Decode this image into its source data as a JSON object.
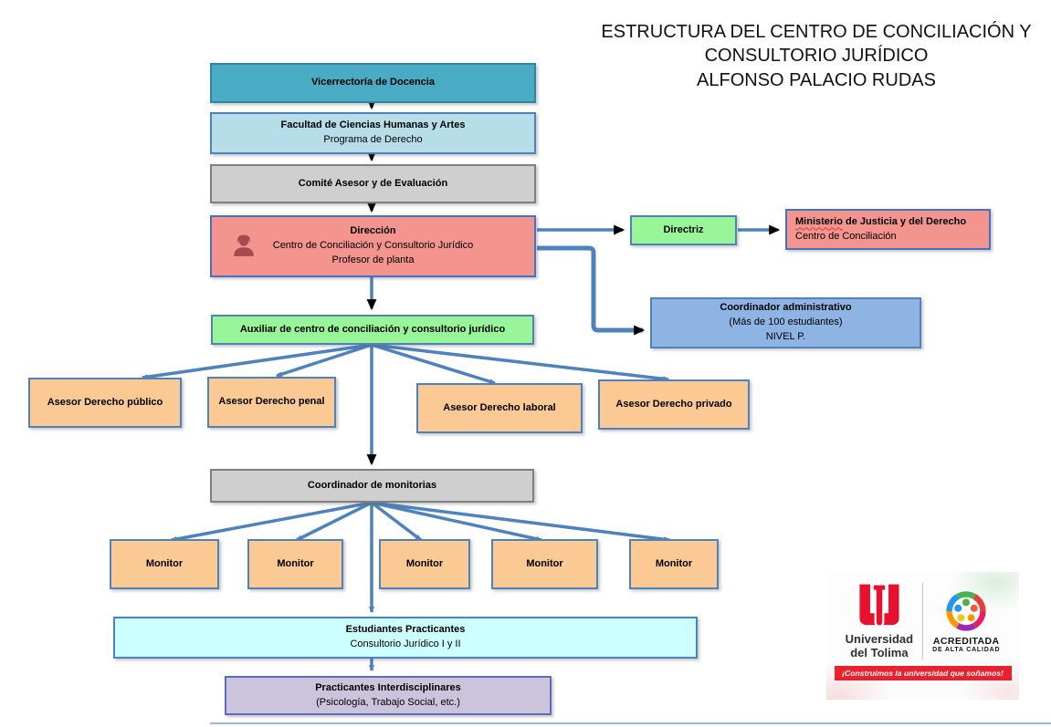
{
  "title": {
    "lines": [
      "ESTRUCTURA DEL CENTRO DE CONCILIACIÓN Y",
      "CONSULTORIO JURÍDICO",
      "ALFONSO PALACIO RUDAS"
    ]
  },
  "boxes": {
    "vicerrectoria": {
      "title": "Vicerrectoría de Docencia"
    },
    "facultad": {
      "title": "Facultad de Ciencias Humanas y Artes",
      "subtitle": "Programa de Derecho"
    },
    "comite": {
      "title": "Comité Asesor y de Evaluación"
    },
    "direccion": {
      "title": "Dirección",
      "line2": "Centro de Conciliación y Consultorio Jurídico",
      "line3": "Profesor de planta"
    },
    "directriz": {
      "title": "Directriz"
    },
    "ministerio": {
      "title_word": "Ministerio",
      "title_rest": " de Justicia y del Derecho",
      "subtitle": "Centro de Conciliación"
    },
    "coordinador_administrativo": {
      "title": "Coordinador administrativo",
      "line2": "(Más de 100 estudiantes)",
      "line3": "NIVEL P."
    },
    "auxiliar": {
      "title": "Auxiliar de centro de conciliación y consultorio jurídico"
    },
    "asesores": [
      {
        "label": "Asesor Derecho público"
      },
      {
        "label": "Asesor Derecho penal"
      },
      {
        "label": "Asesor Derecho laboral"
      },
      {
        "label": "Asesor Derecho privado"
      }
    ],
    "coordinador_monitorias": {
      "title": "Coordinador de monitorias"
    },
    "monitores": [
      {
        "label": "Monitor"
      },
      {
        "label": "Monitor"
      },
      {
        "label": "Monitor"
      },
      {
        "label": "Monitor"
      },
      {
        "label": "Monitor"
      }
    ],
    "estudiantes": {
      "title": "Estudiantes Practicantes",
      "subtitle": "Consultorio Jurídico I y II"
    },
    "practicantes": {
      "title": "Practicantes Interdisciplinares",
      "subtitle": "(Psicología, Trabajo Social, etc.)"
    }
  },
  "logo": {
    "university_line1": "Universidad",
    "university_line2": "del Tolima",
    "accredited_line1": "ACREDITADA",
    "accredited_line2": "DE ALTA CALIDAD",
    "slogan": "¡Construimos la universidad que soñamos!"
  },
  "colors": {
    "arrow": "#4f81bd",
    "teal-fill": "#4aabc5",
    "teal-border": "#31859c",
    "lightblue-fill": "#b7dee8",
    "lightblue-border": "#4f81bd",
    "gray-fill": "#cfcfcf",
    "gray-border": "#7f7f7f",
    "salmon-fill": "#f4948f",
    "salmon-border": "#4472c4",
    "green-fill": "#98f598",
    "green-border": "#4f81bd",
    "blue-fill": "#8db4e2",
    "blue-border": "#4f81bd",
    "orange-fill": "#fbc994",
    "orange-border": "#4f81bd",
    "cyan-fill": "#ccffff",
    "cyan-border": "#4f81bd",
    "purple-fill": "#ccc4dc",
    "purple-border": "#5b6fb5",
    "person-icon": "#a8494f",
    "ut-red": "#e8112d",
    "banner-red": "#e8212e"
  }
}
